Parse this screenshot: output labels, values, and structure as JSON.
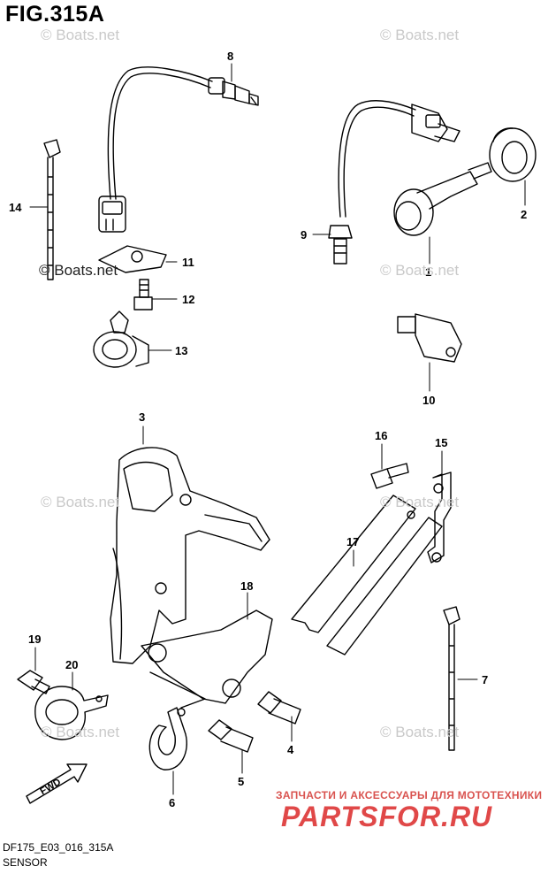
{
  "figure": {
    "title": "FIG.315A",
    "code": "DF175_E03_016_315A",
    "name": "SENSOR"
  },
  "watermark": {
    "text": "© Boats.net"
  },
  "promo": {
    "subtitle": "ЗАПЧАСТИ И АКСЕССУАРЫ ДЛЯ МОТОТЕХНИКИ",
    "logo": "PARTSFOR.RU",
    "color": "#e04848"
  },
  "callouts": {
    "p1": "1",
    "p2": "2",
    "p3": "3",
    "p4": "4",
    "p5": "5",
    "p6": "6",
    "p7": "7",
    "p8": "8",
    "p9": "9",
    "p10": "10",
    "p11": "11",
    "p12": "12",
    "p13": "13",
    "p14": "14",
    "p15": "15",
    "p16": "16",
    "p17": "17",
    "p18": "18",
    "p19": "19",
    "p20": "20"
  },
  "fwd_label": "FWD"
}
